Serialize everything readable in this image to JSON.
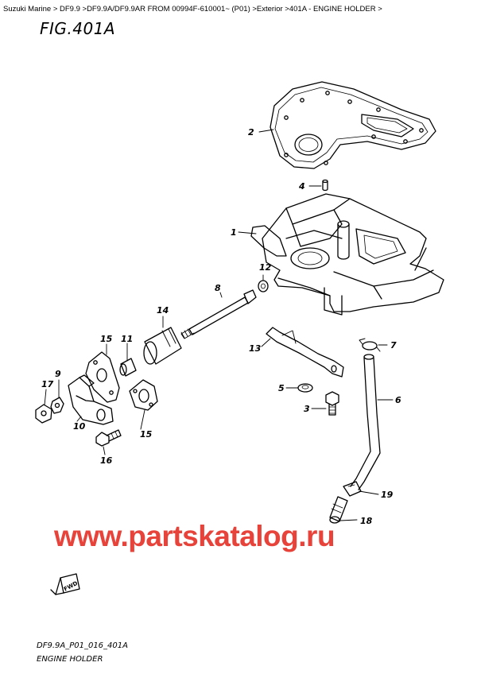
{
  "breadcrumb": "Suzuki Marine > DF9.9 >DF9.9A/DF9.9AR FROM 00994F-610001~ (P01) >Exterior >401A - ENGINE HOLDER >",
  "figure_title": "FIG.401A",
  "watermark": "www.partskatalog.ru",
  "footer": {
    "code": "DF9.9A_P01_016_401A",
    "name": "ENGINE HOLDER"
  },
  "fwd_label": "FWD",
  "part_labels": {
    "p1": "1",
    "p2": "2",
    "p3": "3",
    "p4": "4",
    "p5": "5",
    "p6": "6",
    "p7": "7",
    "p8": "8",
    "p9": "9",
    "p10": "10",
    "p11": "11",
    "p12": "12",
    "p13": "13",
    "p14": "14",
    "p15a": "15",
    "p15b": "15",
    "p16": "16",
    "p17": "17",
    "p18": "18",
    "p19": "19"
  }
}
